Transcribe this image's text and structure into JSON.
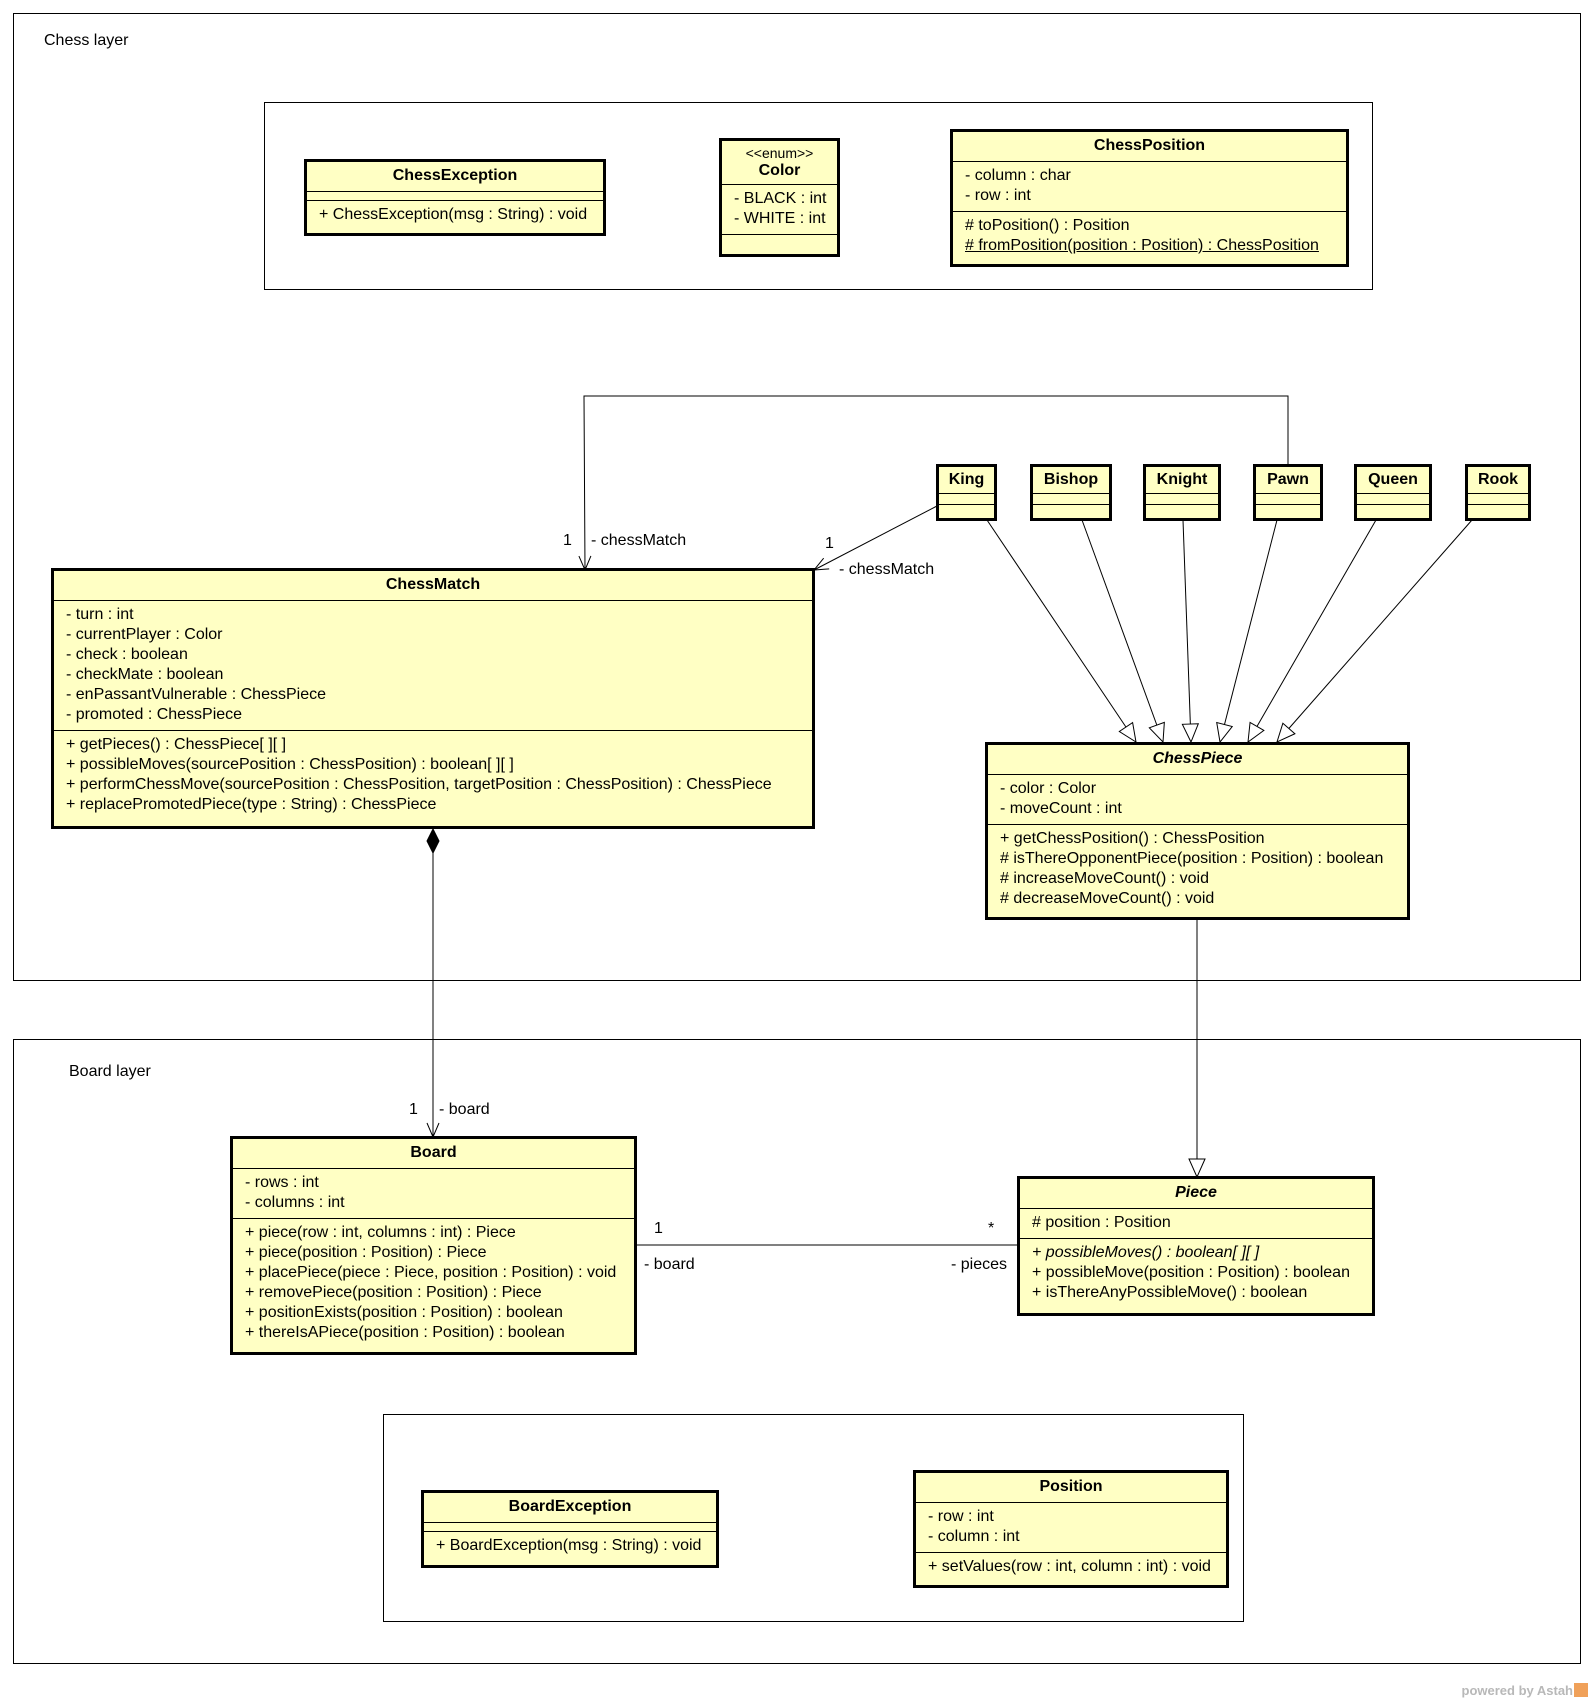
{
  "frames": {
    "chess_layer": "Chess layer",
    "board_layer": "Board layer"
  },
  "classes": {
    "chess_exception": {
      "name": "ChessException",
      "attributes": [],
      "operations": [
        "+ ChessException(msg : String) : void"
      ]
    },
    "color": {
      "stereotype": "<<enum>>",
      "name": "Color",
      "attributes": [
        "- BLACK : int",
        "- WHITE : int"
      ],
      "operations": []
    },
    "chess_position": {
      "name": "ChessPosition",
      "attributes": [
        "- column : char",
        "- row : int"
      ],
      "operations": [
        "# toPosition() : Position",
        "# fromPosition(position : Position) : ChessPosition"
      ]
    },
    "king": {
      "name": "King"
    },
    "bishop": {
      "name": "Bishop"
    },
    "knight": {
      "name": "Knight"
    },
    "pawn": {
      "name": "Pawn"
    },
    "queen": {
      "name": "Queen"
    },
    "rook": {
      "name": "Rook"
    },
    "chess_match": {
      "name": "ChessMatch",
      "attributes": [
        "- turn : int",
        "- currentPlayer : Color",
        "- check : boolean",
        "- checkMate : boolean",
        "- enPassantVulnerable : ChessPiece",
        "- promoted : ChessPiece"
      ],
      "operations": [
        "+ getPieces() : ChessPiece[ ][ ]",
        "+ possibleMoves(sourcePosition : ChessPosition) : boolean[ ][ ]",
        "+ performChessMove(sourcePosition : ChessPosition, targetPosition : ChessPosition) : ChessPiece",
        "+ replacePromotedPiece(type : String) : ChessPiece"
      ]
    },
    "chess_piece": {
      "name": "ChessPiece",
      "attributes": [
        "- color : Color",
        "- moveCount : int"
      ],
      "operations": [
        "+ getChessPosition() : ChessPosition",
        "# isThereOpponentPiece(position : Position) : boolean",
        "# increaseMoveCount() : void",
        "# decreaseMoveCount() : void"
      ]
    },
    "board": {
      "name": "Board",
      "attributes": [
        "- rows : int",
        "- columns : int"
      ],
      "operations": [
        "+ piece(row : int, columns : int) : Piece",
        "+ piece(position : Position) : Piece",
        "+ placePiece(piece : Piece, position : Position) : void",
        "+ removePiece(position : Position) : Piece",
        "+ positionExists(position : Position) : boolean",
        "+ thereIsAPiece(position : Position) : boolean"
      ]
    },
    "piece": {
      "name": "Piece",
      "attributes": [
        "# position : Position"
      ],
      "operations": [
        "+ possibleMoves() : boolean[ ][ ]",
        "+ possibleMove(position : Position) : boolean",
        "+ isThereAnyPossibleMove() : boolean"
      ]
    },
    "board_exception": {
      "name": "BoardException",
      "attributes": [],
      "operations": [
        "+ BoardException(msg : String) : void"
      ]
    },
    "position": {
      "name": "Position",
      "attributes": [
        "- row : int",
        "- column : int"
      ],
      "operations": [
        "+ setValues(row : int, column : int) : void"
      ]
    }
  },
  "associations": {
    "pawn_match": {
      "multiplicity": "1",
      "role": "- chessMatch"
    },
    "king_match": {
      "multiplicity": "1",
      "role": "- chessMatch"
    },
    "match_board": {
      "multiplicity": "1",
      "role": "- board"
    },
    "board_piece": {
      "board_multiplicity": "1",
      "board_role": "- board",
      "piece_multiplicity": "*",
      "piece_role": "- pieces"
    }
  },
  "footer": "powered by Astah"
}
